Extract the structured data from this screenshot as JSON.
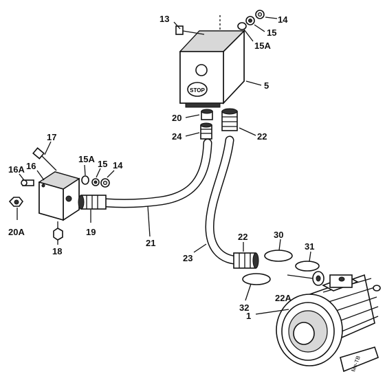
{
  "labels": {
    "l1": "1",
    "l5": "5",
    "l13": "13",
    "l14a": "14",
    "l15a": "15",
    "l15A_a": "15A",
    "l14b": "14",
    "l15b": "15",
    "l15A_b": "15A",
    "l16": "16",
    "l16A": "16A",
    "l17": "17",
    "l18": "18",
    "l19": "19",
    "l20": "20",
    "l20A": "20A",
    "l21": "21",
    "l22a": "22",
    "l22b": "22",
    "l22A": "22A",
    "l23": "23",
    "l24": "24",
    "l30": "30",
    "l31": "31",
    "l32": "32"
  },
  "switch_box": {
    "stop_button_text": "STOP"
  },
  "motor": {
    "plate_text": "Me-TB"
  }
}
